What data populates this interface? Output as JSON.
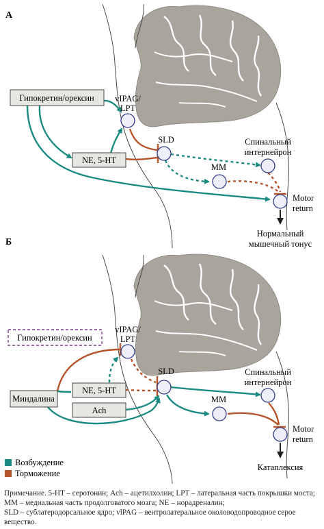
{
  "panel_a": {
    "label": "А",
    "hypocretin": "Гипокретин/орексин",
    "vlpag_line1": "vIPAG/",
    "vlpag_line2": "LPT",
    "sld": "SLD",
    "ne_5ht": "NE, 5-HT",
    "interneuron_line1": "Спинальный",
    "interneuron_line2": "интернейрон",
    "mm": "MM",
    "motor_line1": "Motor",
    "motor_line2": "return",
    "outcome_line1": "Нормальный",
    "outcome_line2": "мышечный тонус"
  },
  "panel_b": {
    "label": "Б",
    "hypocretin": "Гипокретин/орексин",
    "vlpag_line1": "vIPAG/",
    "vlpag_line2": "LPT",
    "sld": "SLD",
    "ne_5ht": "NE, 5-HT",
    "ach": "Ach",
    "amygdala": "Миндалина",
    "interneuron_line1": "Спинальный",
    "interneuron_line2": "интернейрон",
    "mm": "MM",
    "motor_line1": "Motor",
    "motor_line2": "return",
    "outcome": "Катаплексия"
  },
  "legend": {
    "excitation": "Возбуждение",
    "inhibition": "Торможение"
  },
  "colors": {
    "excitation": "#1b8a80",
    "inhibition": "#b5532a",
    "hypocretin_dashed_box": "#7b3f8a",
    "brain_tissue": "#a9a59d",
    "node_fill": "#eeeef8",
    "node_stroke": "#2f3a8a"
  },
  "note": {
    "line1": "Примечание. 5-HT – серотонин; Ach – ацетилхолин; LPT – латеральная часть покрышки моста; MM – медиальная часть продолговатого мозга; NE – норадреналин;",
    "line2": "SLD – сублатеродорсальное ядро; vlPAG – вентролатеральное околоводопроводное серое вещество."
  }
}
